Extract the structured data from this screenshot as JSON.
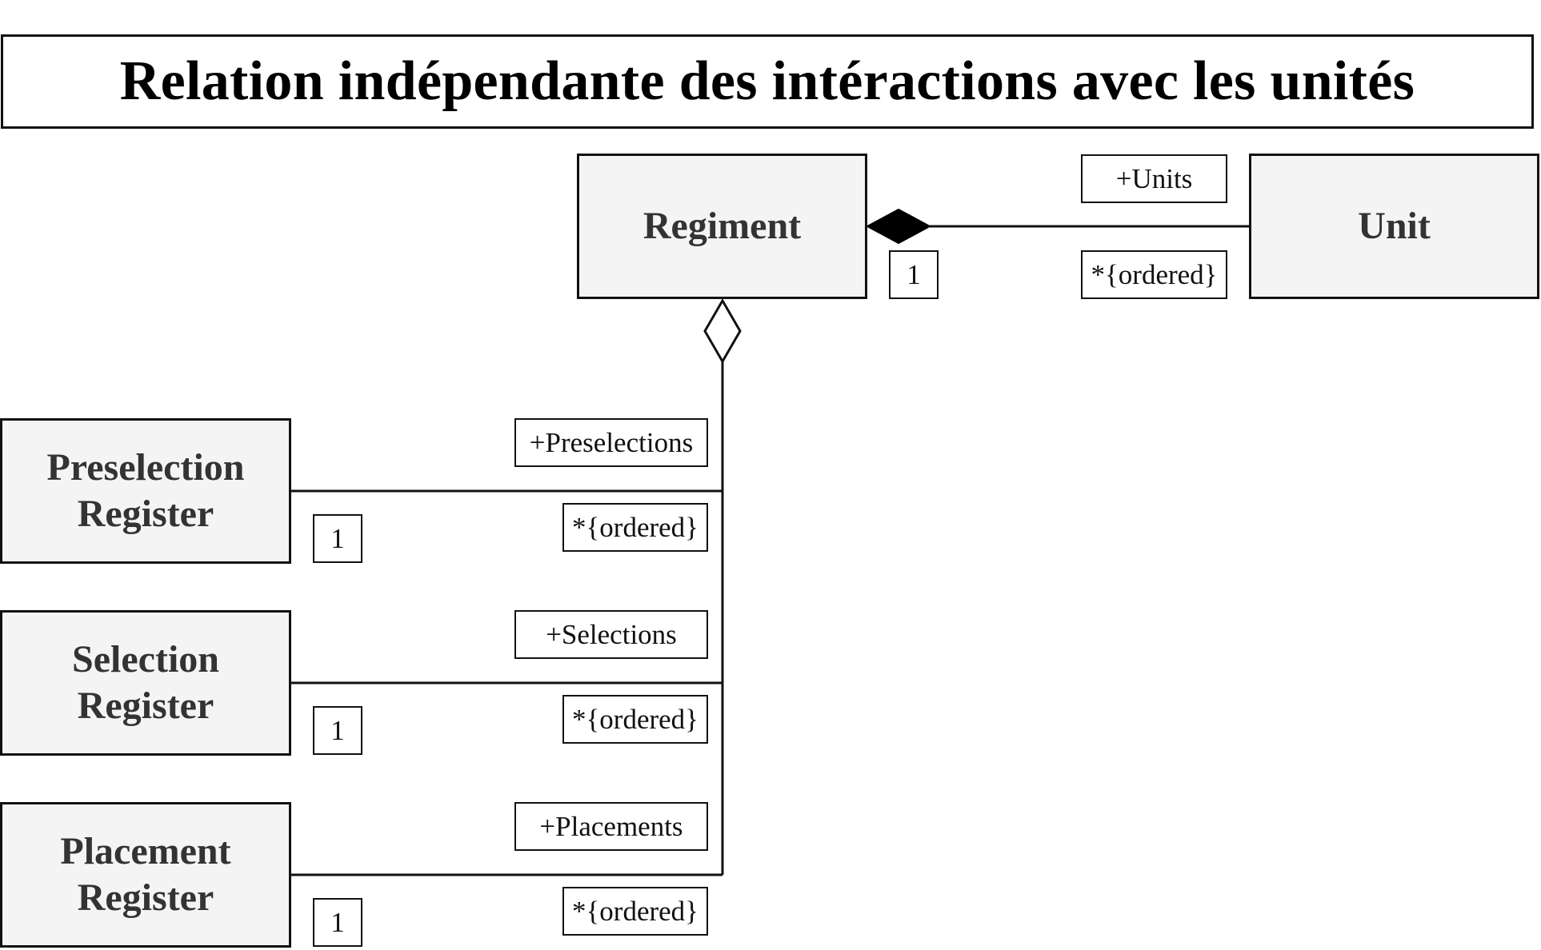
{
  "title": "Relation indépendante des intéractions avec les unités",
  "classes": {
    "regiment": "Regiment",
    "unit": "Unit",
    "preselection_register": "Preselection Register",
    "selection_register": "Selection Register",
    "placement_register": "Placement Register"
  },
  "associations": {
    "regiment_unit": {
      "kind": "composition",
      "role": "+Units",
      "whole_multiplicity": "1",
      "part_multiplicity": "*{ordered}"
    },
    "regiment_preselection": {
      "kind": "aggregation",
      "role": "+Preselections",
      "register_multiplicity": "1",
      "regiment_multiplicity": "*{ordered}"
    },
    "regiment_selection": {
      "kind": "aggregation",
      "role": "+Selections",
      "register_multiplicity": "1",
      "regiment_multiplicity": "*{ordered}"
    },
    "regiment_placement": {
      "kind": "aggregation",
      "role": "+Placements",
      "register_multiplicity": "1",
      "regiment_multiplicity": "*{ordered}"
    }
  },
  "colors": {
    "class_fill": "#f4f4f4",
    "class_text": "#333333",
    "stroke": "#111111"
  }
}
